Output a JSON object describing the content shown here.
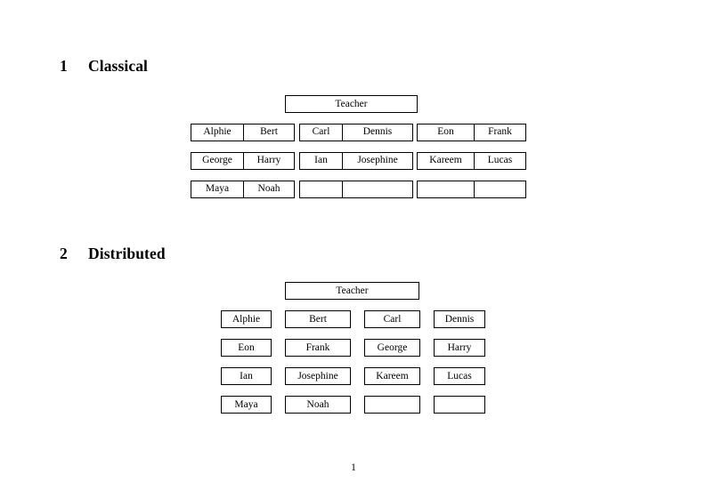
{
  "document": {
    "page_number": "1",
    "background": "#ffffff",
    "text_color": "#000000",
    "border_color": "#000000"
  },
  "sections": [
    {
      "number": "1",
      "title": "Classical",
      "teacher_label": "Teacher",
      "layout": "paired-cells",
      "groups": [
        {
          "id": "group-1",
          "rows": [
            {
              "left": "Alphie",
              "right": "Bert"
            },
            {
              "left": "George",
              "right": "Harry"
            },
            {
              "left": "Maya",
              "right": "Noah"
            }
          ]
        },
        {
          "id": "group-2",
          "rows": [
            {
              "left": "Carl",
              "right": "Dennis"
            },
            {
              "left": "Ian",
              "right": "Josephine"
            },
            {
              "left": "",
              "right": ""
            }
          ]
        },
        {
          "id": "group-3",
          "rows": [
            {
              "left": "Eon",
              "right": "Frank"
            },
            {
              "left": "Kareem",
              "right": "Lucas"
            },
            {
              "left": "",
              "right": ""
            }
          ]
        }
      ]
    },
    {
      "number": "2",
      "title": "Distributed",
      "teacher_label": "Teacher",
      "layout": "individual-boxes",
      "rows": [
        [
          "Alphie",
          "Bert",
          "Carl",
          "Dennis"
        ],
        [
          "Eon",
          "Frank",
          "George",
          "Harry"
        ],
        [
          "Ian",
          "Josephine",
          "Kareem",
          "Lucas"
        ],
        [
          "Maya",
          "Noah",
          "",
          ""
        ]
      ]
    }
  ]
}
